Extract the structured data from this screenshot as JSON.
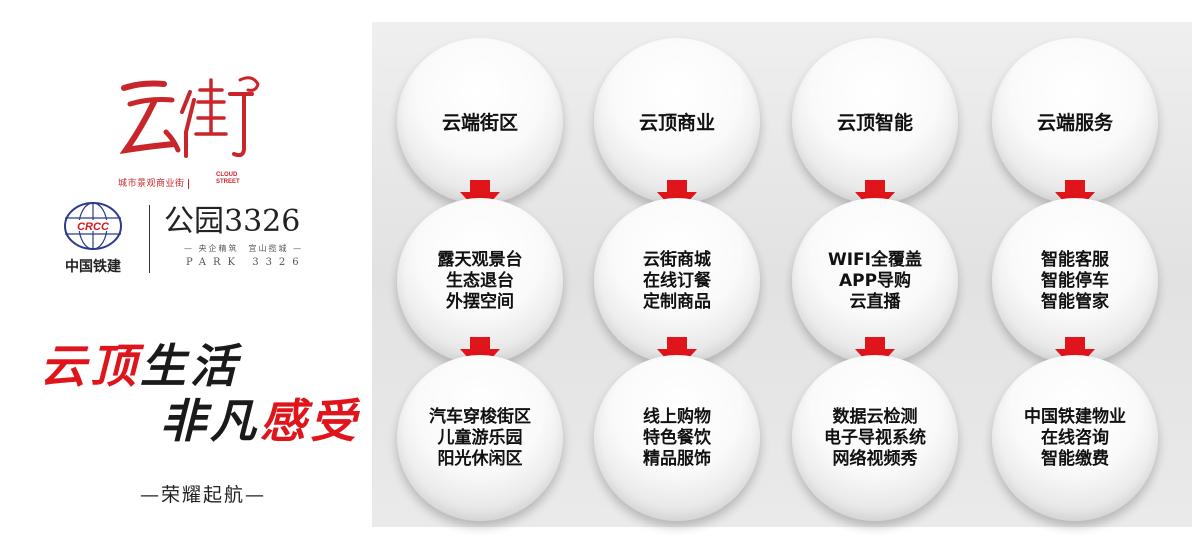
{
  "brand": {
    "tagline": "城市景观商业街",
    "cloud_street": [
      "CLOUD",
      "STREET"
    ],
    "company_name": "中国铁建",
    "park_title": "公园3326",
    "park_subtitle": "— 央企精筑　宜山揽城 —",
    "park_english": "PARK 3326",
    "colors": {
      "brand_red": "#c9262b",
      "accent_red": "#e0141b"
    }
  },
  "slogan": {
    "line1": [
      "云顶",
      "生活"
    ],
    "line2": [
      "非凡",
      "感受"
    ],
    "motto": "—荣耀起航—"
  },
  "columns": [
    {
      "header": "云端街区",
      "rows": [
        [
          "露天观景台",
          "生态退台",
          "外摆空间"
        ],
        [
          "汽车穿梭街区",
          "儿童游乐园",
          "阳光休闲区"
        ]
      ]
    },
    {
      "header": "云顶商业",
      "rows": [
        [
          "云街商城",
          "在线订餐",
          "定制商品"
        ],
        [
          "线上购物",
          "特色餐饮",
          "精品服饰"
        ]
      ]
    },
    {
      "header": "云顶智能",
      "rows": [
        [
          "WIFI全覆盖",
          "APP导购",
          "云直播"
        ],
        [
          "数据云检测",
          "电子导视系统",
          "网络视频秀"
        ]
      ]
    },
    {
      "header": "云端服务",
      "rows": [
        [
          "智能客服",
          "智能停车",
          "智能管家"
        ],
        [
          "中国铁建物业",
          "在线咨询",
          "智能缴费"
        ]
      ]
    }
  ],
  "icons": {
    "arrow": "red-down-arrow-icon",
    "crcc": "crcc-globe-logo-icon",
    "yunjie": "yunjie-calligraphy-logo-icon"
  }
}
